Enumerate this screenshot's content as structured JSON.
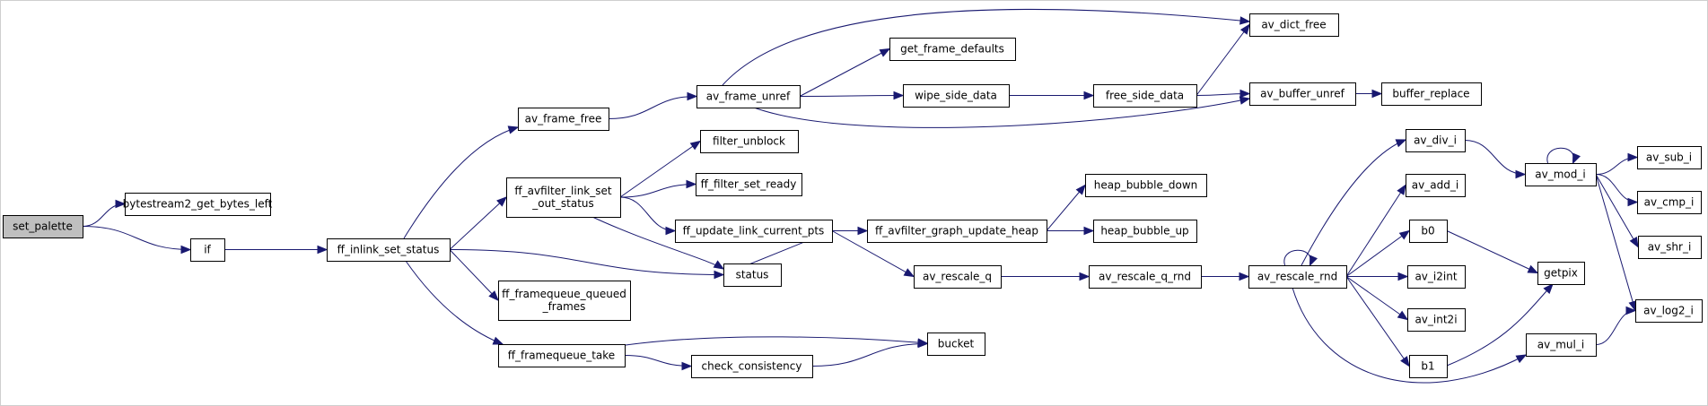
{
  "graph": {
    "colors": {
      "edge": "#191970",
      "root_fill": "#bfbfbf",
      "node_fill": "#ffffff",
      "border": "#000000"
    },
    "nodes": [
      {
        "id": "set_palette",
        "lines": [
          "set_palette"
        ],
        "root": true
      },
      {
        "id": "bytestream2_get_bytes_left",
        "lines": [
          "bytestream2_get_bytes_left"
        ]
      },
      {
        "id": "if",
        "lines": [
          "if"
        ]
      },
      {
        "id": "ff_inlink_set_status",
        "lines": [
          "ff_inlink_set_status"
        ]
      },
      {
        "id": "av_frame_free",
        "lines": [
          "av_frame_free"
        ]
      },
      {
        "id": "ff_avfilter_link_set_out_status",
        "lines": [
          "ff_avfilter_link_set",
          "_out_status"
        ]
      },
      {
        "id": "ff_framequeue_queued_frames",
        "lines": [
          "ff_framequeue_queued",
          "_frames"
        ]
      },
      {
        "id": "ff_framequeue_take",
        "lines": [
          "ff_framequeue_take"
        ]
      },
      {
        "id": "status",
        "lines": [
          "status"
        ]
      },
      {
        "id": "av_frame_unref",
        "lines": [
          "av_frame_unref"
        ]
      },
      {
        "id": "filter_unblock",
        "lines": [
          "filter_unblock"
        ]
      },
      {
        "id": "ff_filter_set_ready",
        "lines": [
          "ff_filter_set_ready"
        ]
      },
      {
        "id": "ff_update_link_current_pts",
        "lines": [
          "ff_update_link_current_pts"
        ]
      },
      {
        "id": "check_consistency",
        "lines": [
          "check_consistency"
        ]
      },
      {
        "id": "bucket",
        "lines": [
          "bucket"
        ]
      },
      {
        "id": "get_frame_defaults",
        "lines": [
          "get_frame_defaults"
        ]
      },
      {
        "id": "wipe_side_data",
        "lines": [
          "wipe_side_data"
        ]
      },
      {
        "id": "free_side_data",
        "lines": [
          "free_side_data"
        ]
      },
      {
        "id": "av_dict_free",
        "lines": [
          "av_dict_free"
        ]
      },
      {
        "id": "av_buffer_unref",
        "lines": [
          "av_buffer_unref"
        ]
      },
      {
        "id": "buffer_replace",
        "lines": [
          "buffer_replace"
        ]
      },
      {
        "id": "ff_avfilter_graph_update_heap",
        "lines": [
          "ff_avfilter_graph_update_heap"
        ]
      },
      {
        "id": "heap_bubble_down",
        "lines": [
          "heap_bubble_down"
        ]
      },
      {
        "id": "heap_bubble_up",
        "lines": [
          "heap_bubble_up"
        ]
      },
      {
        "id": "av_rescale_q",
        "lines": [
          "av_rescale_q"
        ]
      },
      {
        "id": "av_rescale_q_rnd",
        "lines": [
          "av_rescale_q_rnd"
        ]
      },
      {
        "id": "av_rescale_rnd",
        "lines": [
          "av_rescale_rnd"
        ]
      },
      {
        "id": "av_div_i",
        "lines": [
          "av_div_i"
        ]
      },
      {
        "id": "av_add_i",
        "lines": [
          "av_add_i"
        ]
      },
      {
        "id": "b0",
        "lines": [
          "b0"
        ]
      },
      {
        "id": "av_i2int",
        "lines": [
          "av_i2int"
        ]
      },
      {
        "id": "av_int2i",
        "lines": [
          "av_int2i"
        ]
      },
      {
        "id": "b1",
        "lines": [
          "b1"
        ]
      },
      {
        "id": "av_mod_i",
        "lines": [
          "av_mod_i"
        ]
      },
      {
        "id": "getpix",
        "lines": [
          "getpix"
        ]
      },
      {
        "id": "av_mul_i",
        "lines": [
          "av_mul_i"
        ]
      },
      {
        "id": "av_sub_i",
        "lines": [
          "av_sub_i"
        ]
      },
      {
        "id": "av_cmp_i",
        "lines": [
          "av_cmp_i"
        ]
      },
      {
        "id": "av_shr_i",
        "lines": [
          "av_shr_i"
        ]
      },
      {
        "id": "av_log2_i",
        "lines": [
          "av_log2_i"
        ]
      }
    ],
    "edges": [
      [
        "set_palette",
        "bytestream2_get_bytes_left"
      ],
      [
        "set_palette",
        "if"
      ],
      [
        "if",
        "ff_inlink_set_status"
      ],
      [
        "ff_inlink_set_status",
        "av_frame_free"
      ],
      [
        "ff_inlink_set_status",
        "ff_avfilter_link_set_out_status"
      ],
      [
        "ff_inlink_set_status",
        "status"
      ],
      [
        "ff_inlink_set_status",
        "ff_framequeue_queued_frames"
      ],
      [
        "ff_inlink_set_status",
        "ff_framequeue_take"
      ],
      [
        "av_frame_free",
        "av_frame_unref"
      ],
      [
        "av_frame_unref",
        "av_dict_free"
      ],
      [
        "av_frame_unref",
        "get_frame_defaults"
      ],
      [
        "av_frame_unref",
        "wipe_side_data"
      ],
      [
        "av_frame_unref",
        "av_buffer_unref"
      ],
      [
        "wipe_side_data",
        "free_side_data"
      ],
      [
        "free_side_data",
        "av_dict_free"
      ],
      [
        "free_side_data",
        "av_buffer_unref"
      ],
      [
        "av_buffer_unref",
        "buffer_replace"
      ],
      [
        "ff_avfilter_link_set_out_status",
        "filter_unblock"
      ],
      [
        "ff_avfilter_link_set_out_status",
        "ff_filter_set_ready"
      ],
      [
        "ff_avfilter_link_set_out_status",
        "ff_update_link_current_pts"
      ],
      [
        "ff_avfilter_link_set_out_status",
        "status"
      ],
      [
        "ff_update_link_current_pts",
        "status"
      ],
      [
        "ff_update_link_current_pts",
        "ff_avfilter_graph_update_heap"
      ],
      [
        "ff_update_link_current_pts",
        "av_rescale_q"
      ],
      [
        "ff_avfilter_graph_update_heap",
        "heap_bubble_down"
      ],
      [
        "ff_avfilter_graph_update_heap",
        "heap_bubble_up"
      ],
      [
        "av_rescale_q",
        "av_rescale_q_rnd"
      ],
      [
        "av_rescale_q_rnd",
        "av_rescale_rnd"
      ],
      [
        "av_rescale_rnd",
        "av_rescale_rnd"
      ],
      [
        "av_rescale_rnd",
        "av_div_i"
      ],
      [
        "av_rescale_rnd",
        "av_add_i"
      ],
      [
        "av_rescale_rnd",
        "b0"
      ],
      [
        "av_rescale_rnd",
        "av_i2int"
      ],
      [
        "av_rescale_rnd",
        "av_int2i"
      ],
      [
        "av_rescale_rnd",
        "b1"
      ],
      [
        "av_rescale_rnd",
        "av_mul_i"
      ],
      [
        "av_div_i",
        "av_mod_i"
      ],
      [
        "av_mod_i",
        "av_mod_i"
      ],
      [
        "av_mod_i",
        "av_sub_i"
      ],
      [
        "av_mod_i",
        "av_cmp_i"
      ],
      [
        "av_mod_i",
        "av_shr_i"
      ],
      [
        "av_mod_i",
        "av_log2_i"
      ],
      [
        "av_mul_i",
        "av_log2_i"
      ],
      [
        "b0",
        "getpix"
      ],
      [
        "b1",
        "getpix"
      ],
      [
        "ff_framequeue_take",
        "check_consistency"
      ],
      [
        "ff_framequeue_take",
        "bucket"
      ],
      [
        "check_consistency",
        "bucket"
      ]
    ]
  }
}
